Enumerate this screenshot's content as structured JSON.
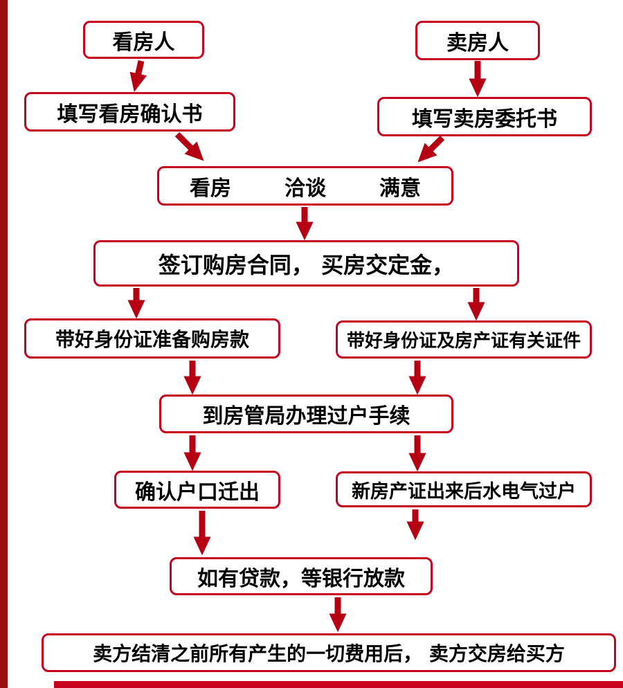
{
  "diagram": {
    "type": "flowchart",
    "subject": "二手房买卖交易流程"
  },
  "colors": {
    "background": "#ffffff",
    "box_border": "#c8001e",
    "arrow": "#b50014",
    "left_bar": "#9a0d12",
    "bottom_bar": "#c8001e",
    "text": "#000000"
  },
  "nodes": {
    "viewer": "看房人",
    "seller": "卖房人",
    "fill_view_confirmation": "填写看房确认书",
    "fill_sell_entrustment": "填写卖房委托书",
    "step_view": "看房",
    "step_negotiate": "洽谈",
    "step_satisfied": "满意",
    "sign_contract": "签订购房合同， 买房交定金，",
    "buyer_bring_id": "带好身份证准备购房款",
    "seller_bring_id": "带好身份证及房产证有关证件",
    "transfer_procedure": "到房管局办理过户手续",
    "confirm_hukou_moveout": "确认户口迁出",
    "utilities_transfer": "新房产证出来后水电气过户",
    "loan_wait_bank": "如有贷款，等银行放款",
    "final_handover": "卖方结清之前所有产生的一切费用后， 卖方交房给买方"
  }
}
